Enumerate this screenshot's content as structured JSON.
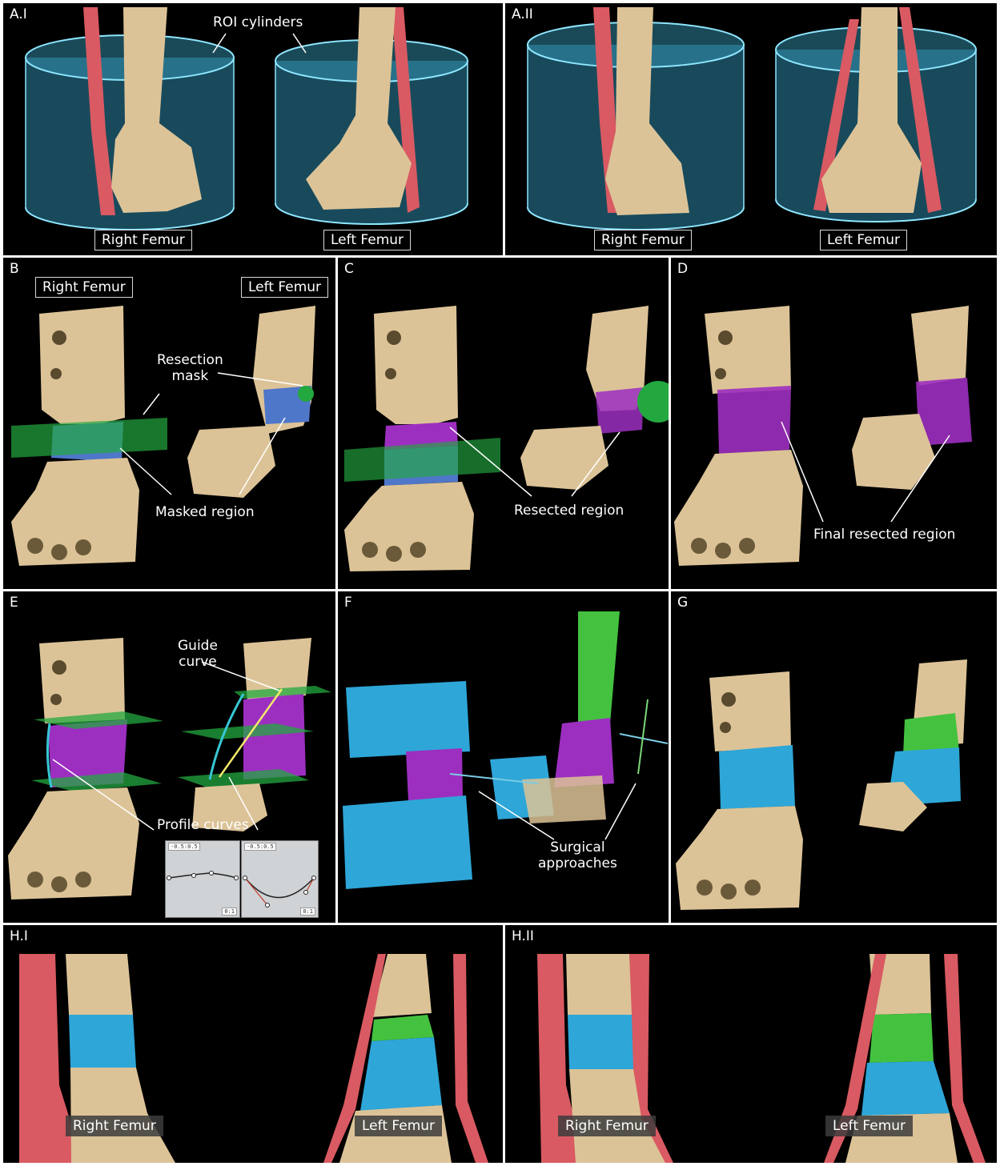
{
  "panels": {
    "a1": {
      "label": "A.I",
      "annotation": "ROI cylinders",
      "right": "Right Femur",
      "left": "Left Femur"
    },
    "a2": {
      "label": "A.II",
      "right": "Right Femur",
      "left": "Left Femur"
    },
    "b": {
      "label": "B",
      "right": "Right Femur",
      "left": "Left Femur",
      "resection_mask": "Resection\nmask",
      "masked_region": "Masked region"
    },
    "c": {
      "label": "C",
      "resected_region": "Resected region"
    },
    "d": {
      "label": "D",
      "final_resected_region": "Final resected region"
    },
    "e": {
      "label": "E",
      "guide_curve": "Guide\ncurve",
      "profile_curves": "Profile curves",
      "inset1_caption": "-0.5:0.5",
      "inset1_footer": "0:1",
      "inset2_caption": "-0.5:0.5",
      "inset2_footer": "0:1"
    },
    "f": {
      "label": "F",
      "surgical_approaches": "Surgical\napproaches"
    },
    "g": {
      "label": "G"
    },
    "h1": {
      "label": "H.I",
      "right": "Right Femur",
      "left": "Left Femur"
    },
    "h2": {
      "label": "H.II",
      "right": "Right Femur",
      "left": "Left Femur"
    }
  },
  "colors": {
    "background": "#000000",
    "bone": "#dcc397",
    "vessel": "#d95a62",
    "roi_cylinder": "#2b86a8",
    "resection_mask": "#23a840",
    "masked_region": "#4f77c9",
    "resected_region": "#9c2fc0",
    "guide_plane": "#3ea53e",
    "surgical_approach_blue": "#2ea6d8",
    "surgical_approach_green": "#44c23f"
  }
}
